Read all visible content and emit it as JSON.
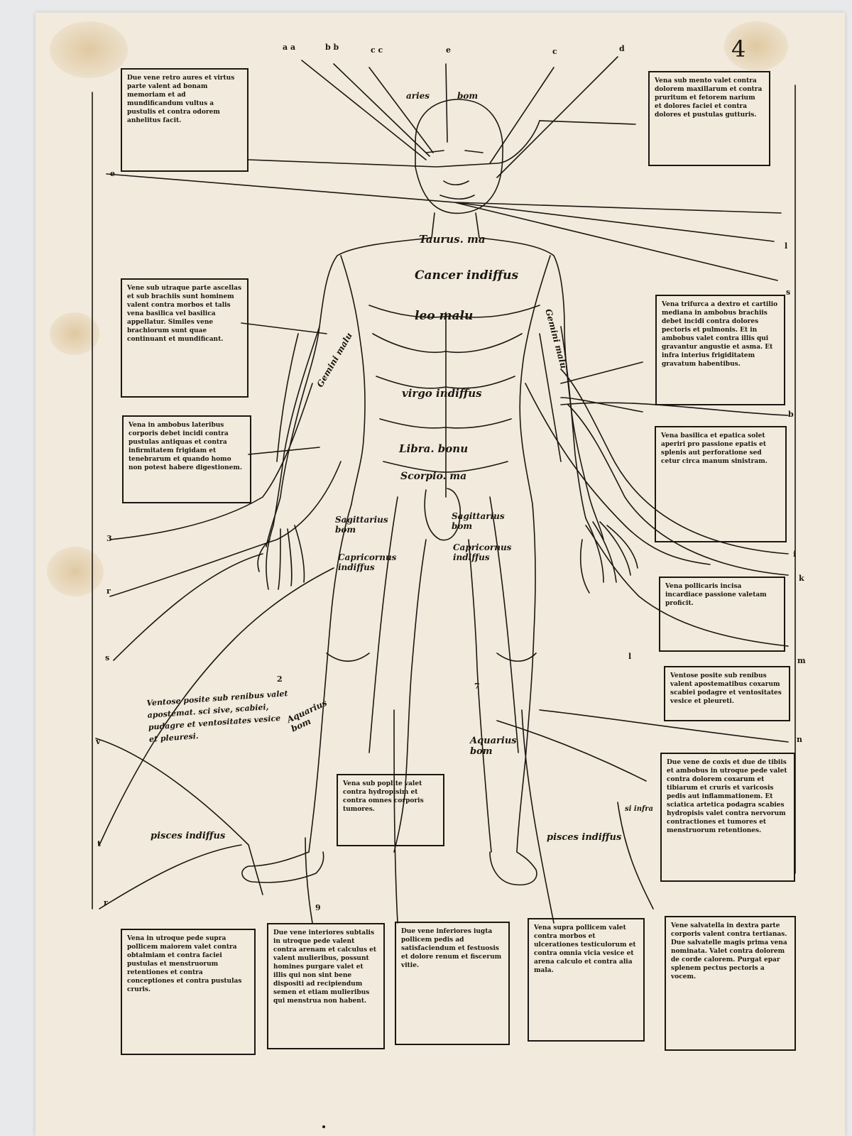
{
  "page_number": "4",
  "colors": {
    "paper": "#f2eadc",
    "ink": "#1b1712",
    "wall": "#e8e9ea",
    "stain": "#c8a05a"
  },
  "top_letters": [
    "a a",
    "b b",
    "c c",
    "e",
    "c",
    "d"
  ],
  "head_labels": {
    "left": "aries",
    "right": "bom"
  },
  "zodiac": {
    "taurus": "Taurus. ma",
    "cancer": "Cancer indiffus",
    "leo": "leo malu",
    "gemini_left": "Gemini malu",
    "gemini_right": "Gemini malu",
    "virgo": "virgo indiffus",
    "libra": "Libra. bonu",
    "scorpio": "Scorpio. ma",
    "sagittarius_left": "Sagittarius bom",
    "sagittarius_right": "Sagittarius bom",
    "capricornus_left": "Capricornus indiffus",
    "capricornus_right": "Capricornus indiffus",
    "aquarius_left": "Aquarius bom",
    "aquarius_right": "Aquarius bom",
    "pisces_left": "pisces indiffus",
    "pisces_right": "pisces indiffus"
  },
  "notes": {
    "left_text": "Ventose posite sub renibus valet apostemat. sci sive, scabiei, pudagre et ventositates vesice et pleuresi.",
    "infra": "si infra"
  },
  "side_letters_left": [
    "e",
    "3",
    "r",
    "s",
    "v",
    "t",
    "r"
  ],
  "side_letters_right": [
    "l",
    "s",
    "b",
    "i",
    "k",
    "l",
    "m",
    "n"
  ],
  "small_numbers": [
    "2",
    "7",
    "9"
  ],
  "boxes": {
    "top_left": "Due vene retro aures et virtus parte valent ad bonam memoriam et ad mundificandum vultus a pustulis et contra odorem anhelitus facit.",
    "top_right": "Vena sub mento valet contra dolorem maxillarum et contra pruritum et fetorem narium et dolores faciei et contra dolores et pustulas gutturis.",
    "left_2": "Vene sub utraque parte ascellas et sub brachiis sunt hominem valent contra morbos et talis vena basilica vel basilica appellatur. Similes vene brachiorum sunt quae continuant et mundificant.",
    "right_2": "Vena trifurca a dextro et cartilio mediana in ambobus brachiis debet incidi contra dolores pectoris et pulmonis. Et in ambobus valet contra illis qui gravantur angustie et asma. Et infra interius frigiditatem gravatum habentibus.",
    "left_3": "Vena in ambobus lateribus corporis debet incidi contra pustulas antiquas et contra infirmitatem frigidam et tenebrarum et quando homo non potest habere digestionem.",
    "right_3": "Vena basilica et epatica solet aperiri pro passione epatis et splenis aut perforatione sed cetur circa manum sinistram.",
    "right_4": "Vena pollicaris incisa incardiace passione valetam proficit.",
    "right_5": "Ventose posite sub renibus valent apostematibus coxarum scabiei podagre et ventositates vesice et pleureti.",
    "right_6": "Due vene de coxis et due de tibiis et ambobus in utroque pede valet contra dolorem coxarum et tibiarum et cruris et varicosis pedis aut inflammationem. Et sciatica artetica podagra scabies hydropisis valet contra nervorum contractiones et tumores et menstruorum retentiones.",
    "center_low": "Vena sub poplite valet contra hydropisim et contra omnes corporis tumores.",
    "bottom_1": "Vena in utroque pede supra pollicem maiorem valet contra obtalmiam et contra faciei pustulas et menstruorum retentiones et contra conceptiones et contra pustulas cruris.",
    "bottom_2": "Due vene interiores subtalis in utroque pede valent contra arenam et calculus et valent mulieribus, possunt homines purgare valet et illis qui non sint bene dispositi ad recipiendum semen et etiam mulieribus qui menstrua non habent.",
    "bottom_3": "Due vene inferiores iugta pollicem pedis ad satisfaciendum et festuosis et dolore renum et fiscerum vitie.",
    "bottom_4": "Vena supra pollicem valet contra morbos et ulcerationes testiculorum et contra omnia vicia vesice et arena calculo et contra alia mala.",
    "bottom_5": "Vene salvatella in dextra parte corporis valent contra tertianas. Due salvatelle magis prima vena nominata. Valet contra dolorem de corde calorem. Purgat epar splenem pectus pectoris a vocem."
  }
}
